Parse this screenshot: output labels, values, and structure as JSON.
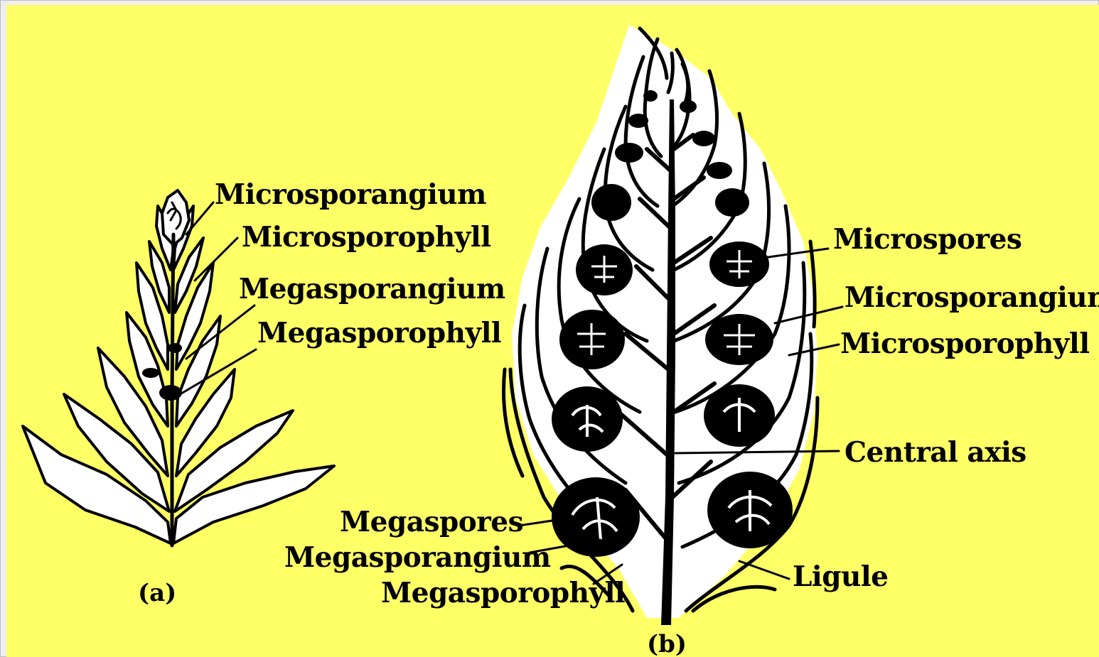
{
  "colors": {
    "background": "#ffff66",
    "ink": "#000000",
    "leaf_fill": "#ffffff",
    "frame": "#eeeeee"
  },
  "figure_a": {
    "caption": "(a)",
    "labels": {
      "microsporangium": "Microsporangium",
      "microsporophyll": "Microsporophyll",
      "megasporangium": "Megasporangium",
      "megasporophyll": "Megasporophyll"
    }
  },
  "figure_b": {
    "caption": "(b)",
    "labels": {
      "microspores": "Microspores",
      "microsporangium": "Microsporangium",
      "microsporophyll": "Microsporophyll",
      "central_axis": "Central axis",
      "megaspores": "Megaspores",
      "megasporangium": "Megasporangium",
      "megasporophyll": "Megasporophyll",
      "ligule": "Ligule"
    }
  }
}
